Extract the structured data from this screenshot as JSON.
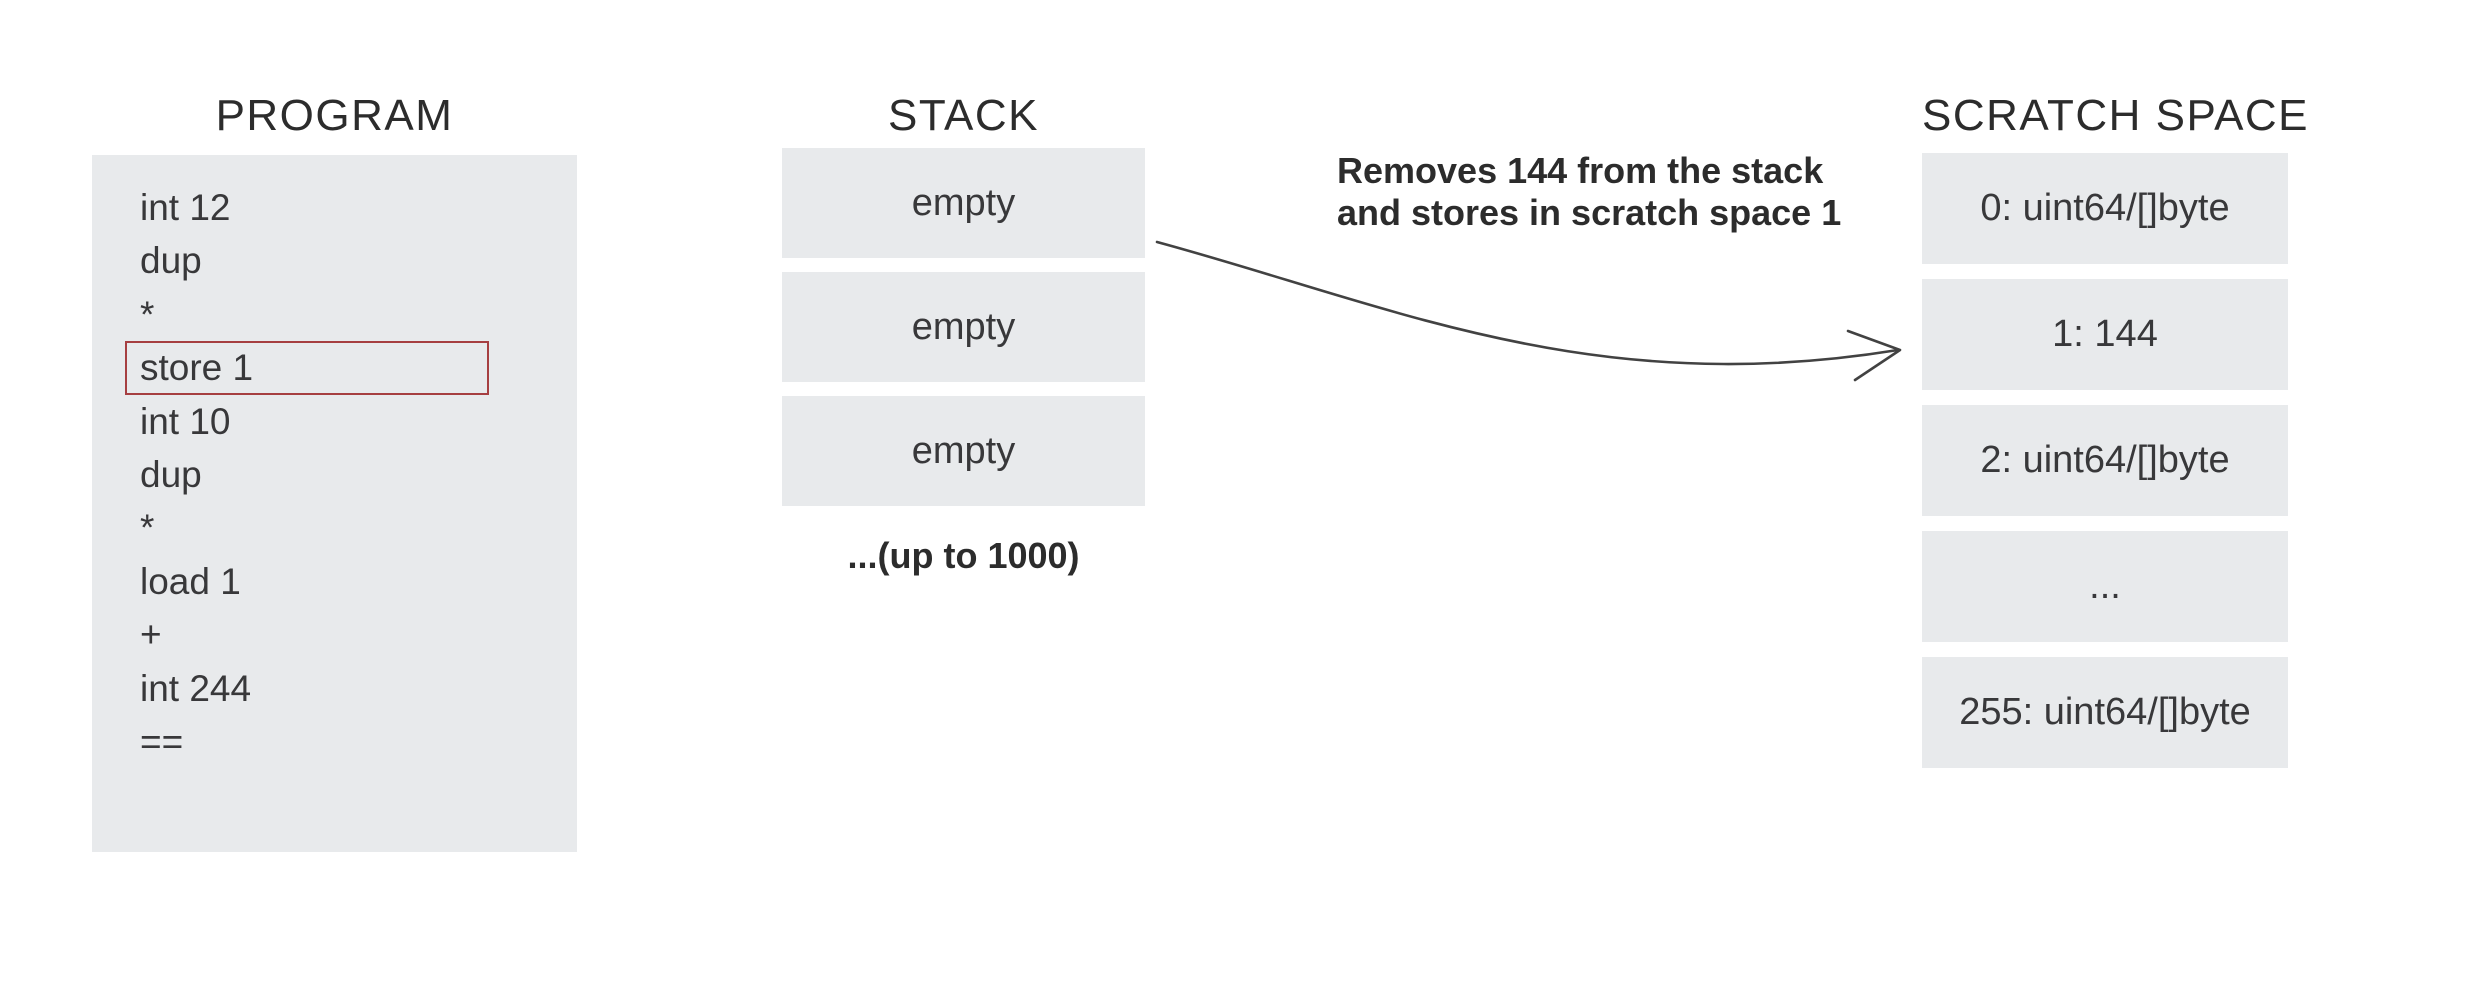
{
  "colors": {
    "box-bg": "#e8eaec",
    "text": "#38383a",
    "title": "#2c2c2c",
    "highlight-border": "#a63f41",
    "arrow": "#424242"
  },
  "program": {
    "title": "PROGRAM",
    "lines": [
      {
        "text": "int 12",
        "highlighted": false
      },
      {
        "text": "dup",
        "highlighted": false
      },
      {
        "text": "*",
        "highlighted": false
      },
      {
        "text": "store 1",
        "highlighted": true
      },
      {
        "text": "int 10",
        "highlighted": false
      },
      {
        "text": "dup",
        "highlighted": false
      },
      {
        "text": "*",
        "highlighted": false
      },
      {
        "text": "load 1",
        "highlighted": false
      },
      {
        "text": "+",
        "highlighted": false
      },
      {
        "text": "int 244",
        "highlighted": false
      },
      {
        "text": "==",
        "highlighted": false
      }
    ]
  },
  "stack": {
    "title": "STACK",
    "slots": [
      "empty",
      "empty",
      "empty"
    ],
    "note": "...(up to 1000)"
  },
  "scratch_space": {
    "title": "SCRATCH SPACE",
    "slots": [
      "0: uint64/[]byte",
      "1: 144",
      "2: uint64/[]byte",
      "...",
      "255: uint64/[]byte"
    ]
  },
  "annotation": {
    "line1": "Removes 144 from the stack",
    "line2": "and stores in scratch space 1"
  }
}
